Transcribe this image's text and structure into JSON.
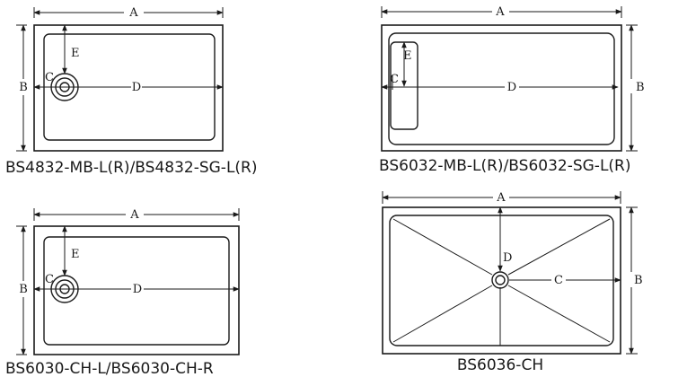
{
  "colors": {
    "line": "#1a1a1a",
    "background": "#ffffff"
  },
  "panels": [
    {
      "model": "BS4832-MB-L(R)/BS4832-SG-L(R)",
      "labels": {
        "a": "A",
        "b": "B",
        "c": "C",
        "d": "D",
        "e": "E"
      }
    },
    {
      "model": "BS6032-MB-L(R)/BS6032-SG-L(R)",
      "labels": {
        "a": "A",
        "b": "B",
        "c": "C",
        "d": "D",
        "e": "E"
      }
    },
    {
      "model": "BS6030-CH-L/BS6030-CH-R",
      "labels": {
        "a": "A",
        "b": "B",
        "c": "C",
        "d": "D",
        "e": "E"
      }
    },
    {
      "model": "BS6036-CH",
      "labels": {
        "a": "A",
        "b": "B",
        "c": "C",
        "d": "D"
      }
    }
  ]
}
